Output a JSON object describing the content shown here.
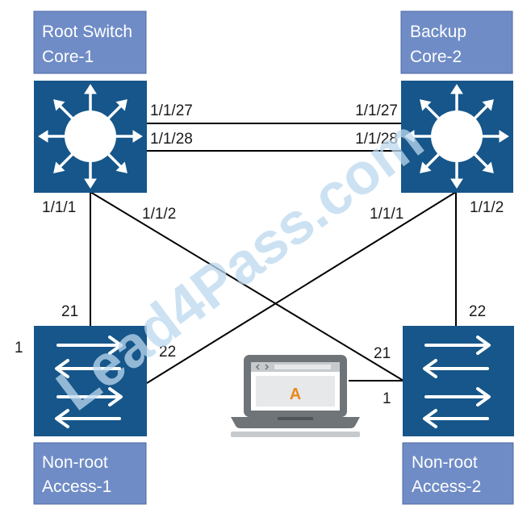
{
  "colors": {
    "device": "#16568a",
    "caption_box": "#6f8cc6",
    "caption_border": "#4d6aa6",
    "line": "#000000",
    "watermark": "#bcd9ef",
    "laptop_frame": "#6f7478",
    "laptop_screen_accent": "#e8891a"
  },
  "devices": {
    "core1": {
      "icon": "layer3-switch-icon",
      "caption_line1": "Root Switch",
      "caption_line2": "Core-1"
    },
    "core2": {
      "icon": "layer3-switch-icon",
      "caption_line1": "Backup",
      "caption_line2": "Core-2"
    },
    "access1": {
      "icon": "layer2-switch-icon",
      "caption_line1": "Non-root",
      "caption_line2": "Access-1"
    },
    "access2": {
      "icon": "layer2-switch-icon",
      "caption_line1": "Non-root",
      "caption_line2": "Access-2"
    },
    "client": {
      "icon": "laptop-icon",
      "label": "A"
    }
  },
  "ports": {
    "core1_to_core2_top": "1/1/27",
    "core1_to_core2_bottom": "1/1/28",
    "core2_to_core1_top": "1/1/27",
    "core2_to_core1_bottom": "1/1/28",
    "core1_down_left": "1/1/1",
    "core1_down_right": "1/1/2",
    "core2_down_left": "1/1/1",
    "core2_down_right": "1/1/2",
    "access1_up": "21",
    "access1_cross": "22",
    "access1_side": "1",
    "access2_up": "22",
    "access2_cross": "21",
    "access2_client": "1"
  },
  "watermark": "Lead4Pass.com"
}
